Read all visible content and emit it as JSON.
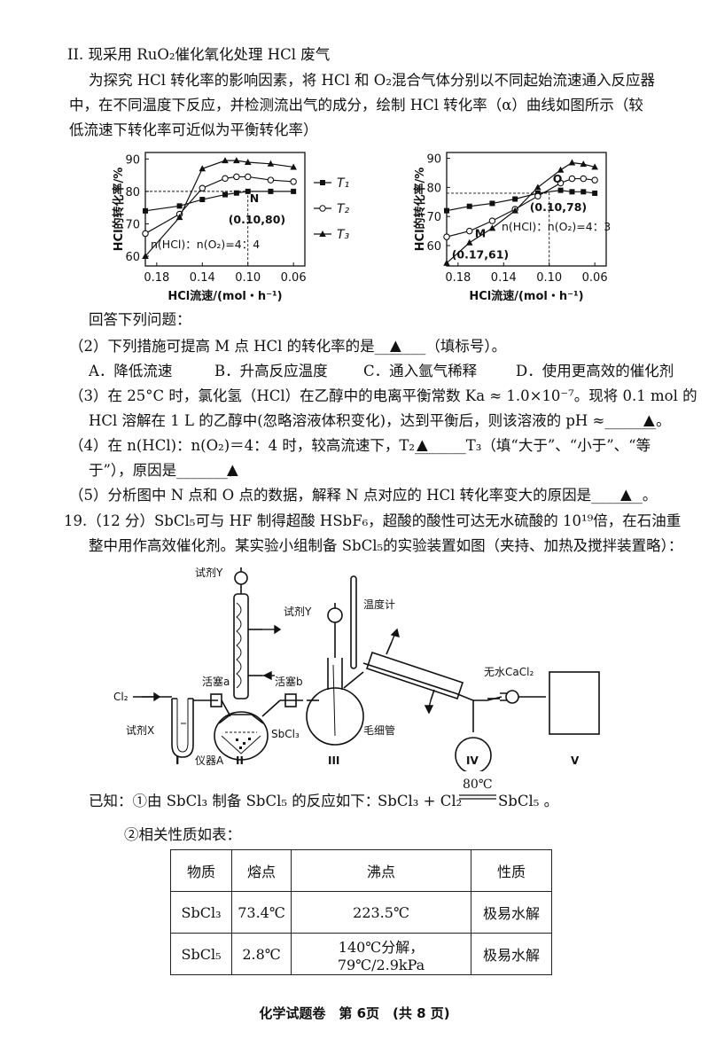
{
  "intro": {
    "heading": "II. 现采用 RuO₂催化氧化处理 HCl 废气",
    "p1": "为探究 HCl 转化率的影响因素，将 HCl 和 O₂混合气体分别以不同起始流速通入反应器",
    "p2": "中，在不同温度下反应，并检测流出气的成分，绘制 HCl 转化率（α）曲线如图所示（较",
    "p3": "低流速下转化率可近似为平衡转化率）"
  },
  "chart_data": [
    {
      "type": "line",
      "ylabel": "HCl的转化率/%",
      "xlabel": "HCl流速/(mol・h⁻¹)",
      "xticks": [
        "0.18",
        "0.14",
        "0.10",
        "0.06"
      ],
      "yticks": [
        "60",
        "70",
        "80",
        "90"
      ],
      "xlim": [
        0.19,
        0.05
      ],
      "ylim": [
        57,
        92
      ],
      "annotation": "n(HCl)：n(O₂)=4：4",
      "point_labels": [
        {
          "text": "N",
          "x": 0.1,
          "y": 80
        },
        {
          "text": "(0.10,80)",
          "x": 0.1,
          "y": 80
        }
      ],
      "x": [
        0.19,
        0.16,
        0.14,
        0.12,
        0.11,
        0.1,
        0.08,
        0.06
      ],
      "series": [
        {
          "name": "T₁",
          "marker": "square",
          "values": [
            74,
            75.5,
            77.5,
            79,
            79.5,
            80,
            80,
            80
          ]
        },
        {
          "name": "T₂",
          "marker": "circle",
          "values": [
            67,
            73,
            81,
            84,
            84.5,
            84.5,
            83.5,
            83
          ]
        },
        {
          "name": "T₃",
          "marker": "triangle",
          "values": [
            60,
            72,
            87,
            89.5,
            89.5,
            89,
            88.5,
            87.5
          ]
        }
      ]
    },
    {
      "type": "line",
      "ylabel": "HCl的转化率/%",
      "xlabel": "HCl流速/(mol・h⁻¹)",
      "xticks": [
        "0.18",
        "0.14",
        "0.10",
        "0.06"
      ],
      "yticks": [
        "60",
        "70",
        "80",
        "90"
      ],
      "xlim": [
        0.19,
        0.05
      ],
      "ylim": [
        53,
        92
      ],
      "annotation": "n(HCl)：n(O₂)=4：3",
      "point_labels": [
        {
          "text": "O",
          "x": 0.1,
          "y": 78
        },
        {
          "text": "(0.10,78)",
          "x": 0.1,
          "y": 78
        },
        {
          "text": "M",
          "x": 0.17,
          "y": 61
        },
        {
          "text": "(0.17,61)",
          "x": 0.17,
          "y": 61
        }
      ],
      "x": [
        0.19,
        0.17,
        0.15,
        0.13,
        0.11,
        0.09,
        0.08,
        0.07,
        0.06
      ],
      "series": [
        {
          "name": "T₁",
          "marker": "square",
          "values": [
            72,
            73.5,
            74.5,
            76,
            78,
            79,
            78.5,
            78.5,
            78
          ]
        },
        {
          "name": "T₂",
          "marker": "circle",
          "values": [
            63,
            65,
            68.5,
            72.5,
            77,
            81.5,
            83,
            83,
            82.5
          ]
        },
        {
          "name": "T₃",
          "marker": "triangle",
          "values": [
            54,
            61,
            66,
            72,
            80,
            86,
            88.5,
            88,
            87
          ]
        }
      ]
    }
  ],
  "questions": {
    "lead": "回答下列问题：",
    "q2": "（2）下列措施可提高 M 点 HCl 的转化率的是_______（填标号）。",
    "q2_options": [
      "A．降低流速",
      "B．升高反应温度",
      "C．通入氩气稀释",
      "D．使用更高效的催化剂"
    ],
    "q3_line1": "（3）在 25°C 时，氯化氢（HCl）在乙醇中的电离平衡常数 Ka ≈ 1.0×10⁻⁷。现将 0.1 mol 的",
    "q3_line2": "HCl 溶解在 1 L 的乙醇中(忽略溶液体积变化)，达到平衡后，则该溶液的 pH ≈_______。",
    "q4_line1": "（4）在 n(HCl)：n(O₂)＝4：4 时，较高流速下，T₂_______T₃（填“大于”、“小于”、“等",
    "q4_line2": "于”），原因是_______。",
    "q5": "（5）分析图中 N 点和 O 点的数据，解释 N 点对应的 HCl 转化率变大的原因是_______。",
    "blank_mark": "▲"
  },
  "q19": {
    "line1": "19.（12 分）SbCl₅可与 HF 制得超酸 HSbF₆，超酸的酸性可达无水硫酸的 10¹⁹倍，在石油重",
    "line2": "整中用作高效催化剂。某实验小组制备 SbCl₅的实验装置如图（夹持、加热及搅拌装置略）："
  },
  "apparatus": {
    "labels": {
      "reagent_y1": "试剂Y",
      "reagent_y2": "试剂Y",
      "thermometer": "温度计",
      "cl2": "Cl₂",
      "reagent_x": "试剂X",
      "valve_a": "活塞a",
      "valve_b": "活塞b",
      "sbcl3": "SbCl₃",
      "capillary": "毛细管",
      "cacl2": "无水CaCl₂",
      "instrument_a": "仪器A"
    },
    "units": [
      "I",
      "II",
      "III",
      "IV",
      "V"
    ]
  },
  "known": {
    "line1": "已知：①由 SbCl₃ 制备 SbCl₅ 的反应如下：",
    "reaction_left": "SbCl₃ + Cl₂",
    "reaction_condition": "80℃",
    "reaction_right": "SbCl₅ 。",
    "line2": "②相关性质如表："
  },
  "table": {
    "headers": [
      "物质",
      "熔点",
      "沸点",
      "性质"
    ],
    "rows": [
      [
        "SbCl₃",
        "73.4℃",
        "223.5℃",
        "极易水解"
      ],
      [
        "SbCl₅",
        "2.8℃",
        "140℃分解，79℃/2.9kPa",
        "极易水解"
      ]
    ]
  },
  "footer": "化学试题卷　第 6页　(共 8 页)"
}
